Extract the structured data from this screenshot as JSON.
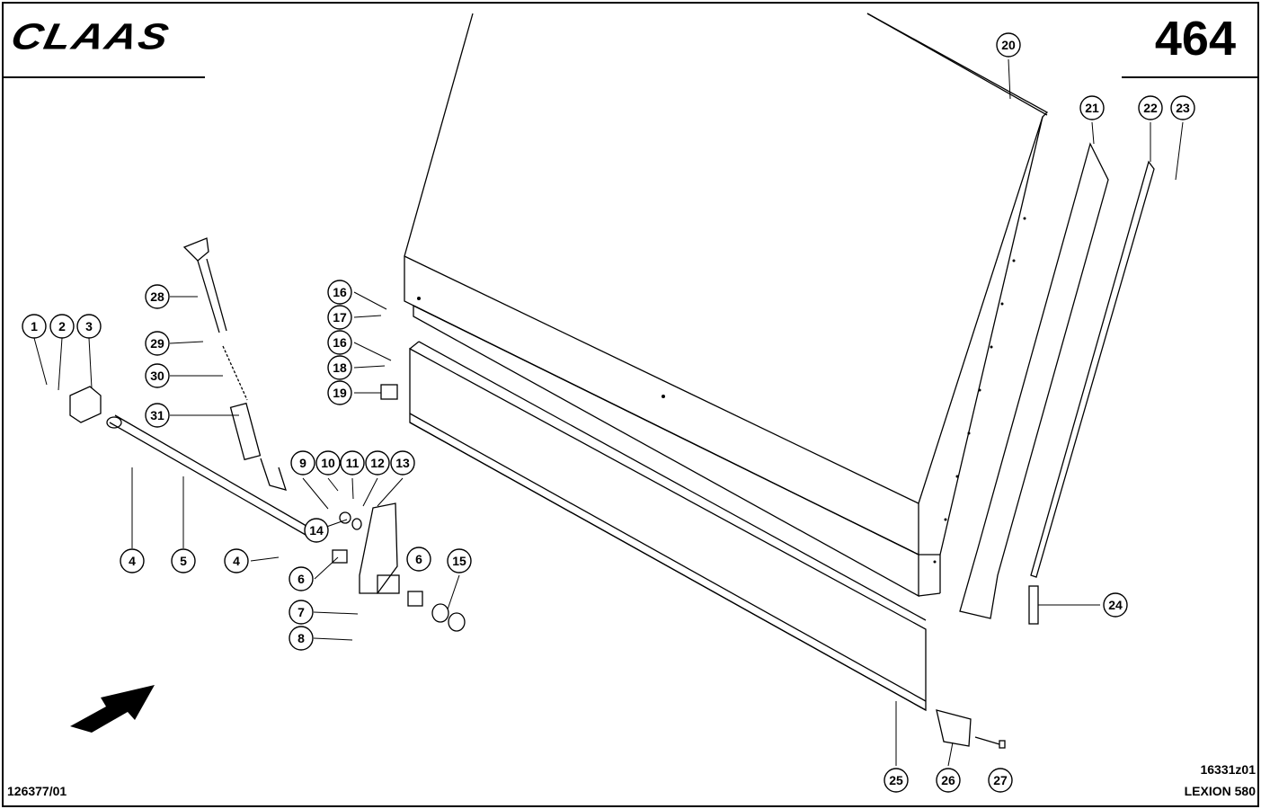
{
  "header": {
    "brand": "CLAAS",
    "page_number": "464"
  },
  "footer": {
    "doc_number": "126377/01",
    "drawing_number": "16331z01",
    "model": "LEXION 580"
  },
  "callouts": [
    "1",
    "2",
    "3",
    "4",
    "5",
    "4",
    "6",
    "7",
    "8",
    "9",
    "10",
    "11",
    "12",
    "13",
    "14",
    "6",
    "15",
    "16",
    "17",
    "16",
    "18",
    "19",
    "20",
    "21",
    "22",
    "23",
    "24",
    "25",
    "26",
    "27",
    "28",
    "29",
    "30",
    "31"
  ]
}
